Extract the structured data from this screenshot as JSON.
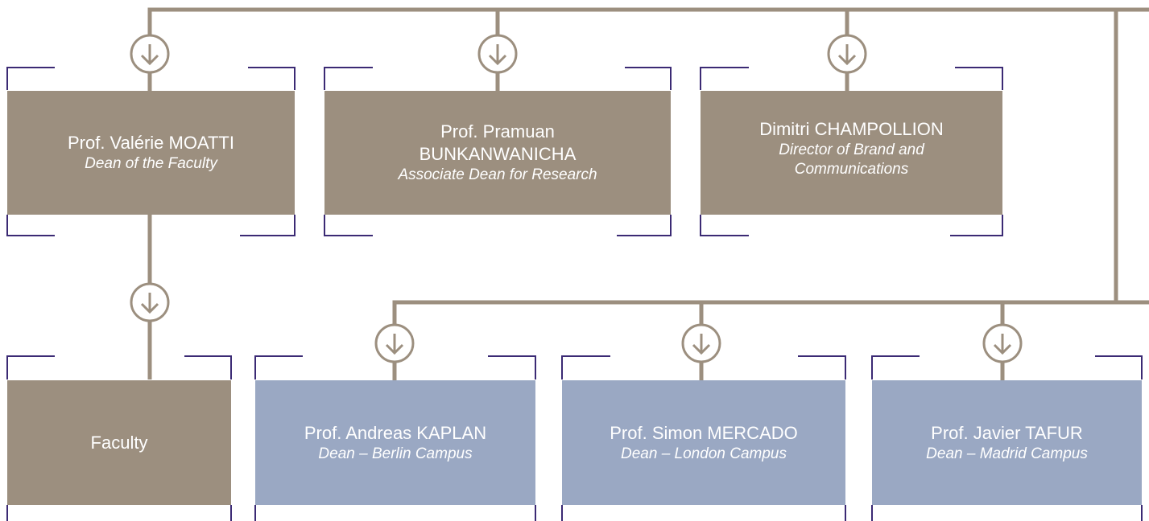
{
  "colors": {
    "connector": "#9c8f7f",
    "bracket": "#3b2a74",
    "box_primary": "#9c8f7f",
    "box_campus": "#9aa8c3",
    "text": "#ffffff"
  },
  "icons": {
    "connector_marker": "arrow-down-circle-icon"
  },
  "top_row": [
    {
      "name": "Prof. Valérie MOATTI",
      "role": "Dean of the Faculty"
    },
    {
      "name": "Prof. Pramuan BUNKANWANICHA",
      "role": "Associate Dean for Research"
    },
    {
      "name": "Dimitri CHAMPOLLION",
      "role": "Director of Brand and Communications"
    }
  ],
  "bottom_row": [
    {
      "name": "Faculty"
    },
    {
      "name": "Prof. Andreas KAPLAN",
      "role": "Dean – Berlin Campus"
    },
    {
      "name": "Prof. Simon MERCADO",
      "role": "Dean – London Campus"
    },
    {
      "name": "Prof. Javier TAFUR",
      "role": "Dean – Madrid Campus"
    }
  ]
}
